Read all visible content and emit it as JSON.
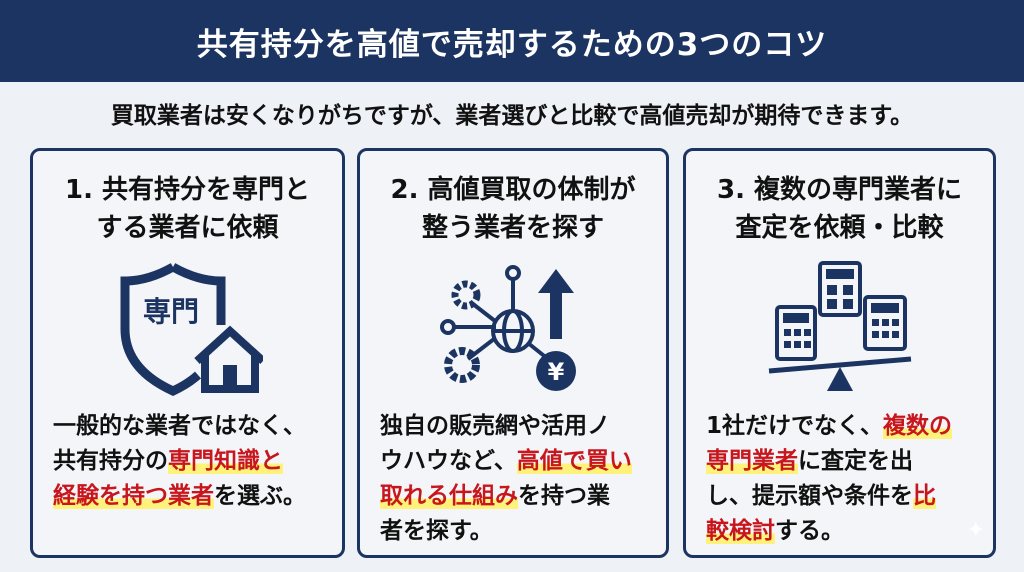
{
  "header": {
    "title": "共有持分を高値で売却するための3つのコツ"
  },
  "subtitle": "買取業者は安くなりがちですが、業者選びと比較で高値売却が期待できます。",
  "colors": {
    "navy": "#1c3461",
    "highlight_text": "#c8161d",
    "highlight_marker": "#fff27a"
  },
  "cards": [
    {
      "title": [
        "1. 共有持分を専門と",
        "する業者に依頼"
      ],
      "icon": "shield-house-icon",
      "icon_label": "専門",
      "lines": [
        [
          {
            "t": "一般的な業者ではなく、"
          }
        ],
        [
          {
            "t": "共有持分の"
          },
          {
            "t": "専門知識と",
            "hl": true
          }
        ],
        [
          {
            "t": "経験を持つ業者",
            "hl": true
          },
          {
            "t": "を選ぶ。"
          }
        ]
      ]
    },
    {
      "title": [
        "2. 高値買取の体制が",
        "整う業者を探す"
      ],
      "icon": "network-gear-yen-icon",
      "icon_label": "¥",
      "lines": [
        [
          {
            "t": "独自の販売網や活用ノ"
          }
        ],
        [
          {
            "t": "ウハウなど、"
          },
          {
            "t": "高値で買い",
            "hl": true
          }
        ],
        [
          {
            "t": "取れる仕組み",
            "hl": true
          },
          {
            "t": "を持つ業"
          }
        ],
        [
          {
            "t": "者を探す。"
          }
        ]
      ]
    },
    {
      "title": [
        "3. 複数の専門業者に",
        "査定を依頼・比較"
      ],
      "icon": "calculators-scale-icon",
      "lines": [
        [
          {
            "t": "1社だけでなく、"
          },
          {
            "t": "複数の",
            "hl": true
          }
        ],
        [
          {
            "t": "専門業者",
            "hl": true
          },
          {
            "t": "に査定を出"
          }
        ],
        [
          {
            "t": "し、提示額や条件を"
          },
          {
            "t": "比",
            "hl": true
          }
        ],
        [
          {
            "t": "較検討",
            "hl": true
          },
          {
            "t": "する。"
          }
        ]
      ]
    }
  ]
}
